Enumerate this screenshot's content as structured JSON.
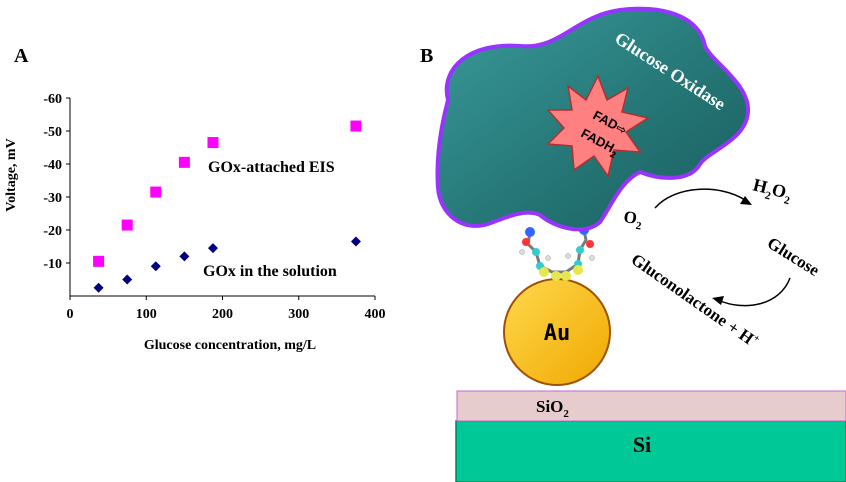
{
  "panel_a": {
    "letter": "A",
    "ylabel": "Voltage, mV",
    "xlabel": "Glucose concentration, mg/L",
    "series_label_1": "GOx-attached EIS",
    "series_label_2": "GOx in the solution"
  },
  "panel_b": {
    "letter": "B",
    "enzyme": "Glucose Oxidase",
    "fad": "FAD",
    "arrow_glyph": "⇨",
    "fadh": "FADH",
    "fadh_sub": "2",
    "gold": "Au",
    "o2": "O",
    "o2_sub": "2",
    "h2o2_h": "H",
    "h2o2_sub1": "2",
    "h2o2_o": "O",
    "h2o2_sub2": "2",
    "glucose": "Glucose",
    "gluconolactone": "Gluconolactone + H",
    "hplus_sup": "+",
    "sio2": "SiO",
    "sio2_sub": "2",
    "si": "Si"
  },
  "colors": {
    "series1": "#ff00ff",
    "series2": "#000080",
    "enzyme_fill": "#2a7f7f",
    "enzyme_edge": "#9933ff",
    "gold": "#ffc000",
    "si": "#00c896",
    "sio2": "#e8c8c8",
    "star": "#ff8080"
  },
  "chart_data": {
    "type": "scatter",
    "xlabel": "Glucose concentration, mg/L",
    "ylabel": "Voltage, mV",
    "xlim": [
      0,
      400
    ],
    "ylim": [
      0,
      -60
    ],
    "x_ticks": [
      0,
      100,
      200,
      300,
      400
    ],
    "y_ticks": [
      -10,
      -20,
      -30,
      -40,
      -50,
      -60
    ],
    "series": [
      {
        "name": "GOx-attached EIS",
        "x": [
          37.5,
          75,
          112.5,
          150,
          187.5,
          375
        ],
        "y": [
          -10.5,
          -21.5,
          -31.5,
          -40.5,
          -46.5,
          -51.5
        ]
      },
      {
        "name": "GOx in the solution",
        "x": [
          37.5,
          75,
          112.5,
          150,
          187.5,
          375
        ],
        "y": [
          -2.5,
          -5,
          -9,
          -12,
          -14.5,
          -16.5
        ]
      }
    ]
  }
}
